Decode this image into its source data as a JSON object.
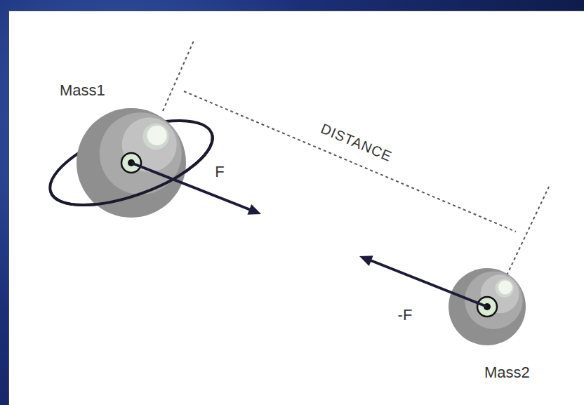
{
  "diagram": {
    "nodes": [
      {
        "text": [
          "Mass1"
        ]
      },
      {
        "text": [
          "Mass2"
        ]
      }
    ],
    "labels": [
      "DISTANCE",
      "F",
      "-F"
    ]
  }
}
